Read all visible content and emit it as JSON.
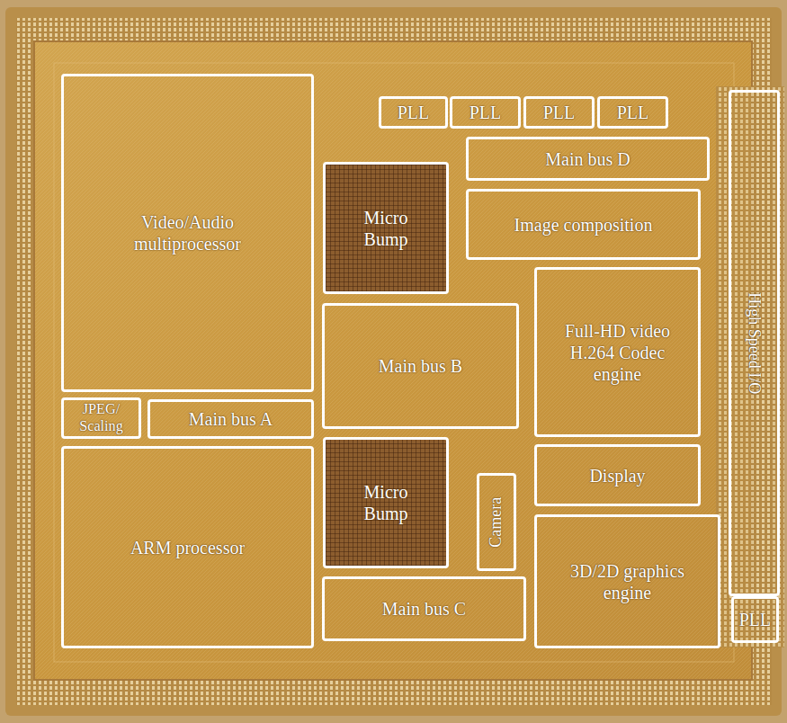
{
  "diagram": {
    "nodes": [
      {
        "text": [
          "Video/Audio multiprocessor"
        ]
      },
      {
        "text": [
          "PLL"
        ]
      },
      {
        "text": [
          "PLL"
        ]
      },
      {
        "text": [
          "PLL"
        ]
      },
      {
        "text": [
          "PLL"
        ]
      },
      {
        "text": [
          "High Speed I/O"
        ]
      },
      {
        "text": [
          "Main bus D"
        ]
      },
      {
        "text": [
          "Micro Bump"
        ]
      },
      {
        "text": [
          "Image composition"
        ]
      },
      {
        "text": [
          "Full-HD video H.264 Codec engine"
        ]
      },
      {
        "text": [
          "Main bus B"
        ]
      },
      {
        "text": [
          "JPEG/ Scaling"
        ]
      },
      {
        "text": [
          "Main bus A"
        ]
      },
      {
        "text": [
          "Display"
        ]
      },
      {
        "text": [
          "Micro Bump"
        ]
      },
      {
        "text": [
          "Camera"
        ]
      },
      {
        "text": [
          "ARM processor"
        ]
      },
      {
        "text": [
          "3D/2D graphics engine"
        ]
      },
      {
        "text": [
          "Main bus C"
        ]
      },
      {
        "text": [
          "PLL"
        ]
      }
    ]
  }
}
